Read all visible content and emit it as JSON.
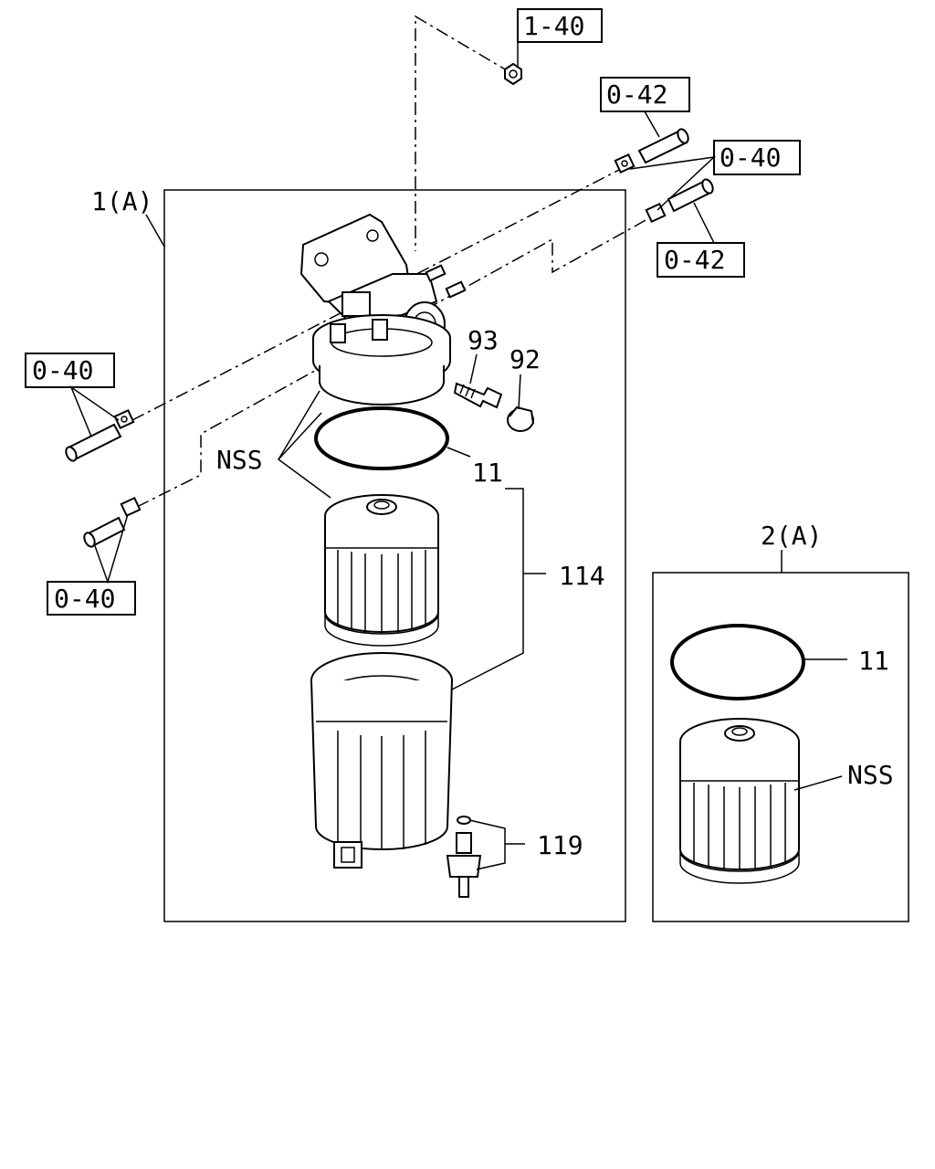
{
  "callouts": {
    "ref_1_40": "1-40",
    "ref_0_42_top": "0-42",
    "ref_0_40_top_right": "0-40",
    "ref_0_42_right": "0-42",
    "ref_0_40_left_top": "0-40",
    "ref_0_40_left_bottom": "0-40"
  },
  "assembly_main": {
    "label": "1(A)",
    "parts": {
      "p93": "93",
      "p92": "92",
      "nss": "NSS",
      "p11": "11",
      "p114": "114",
      "p119": "119"
    }
  },
  "assembly_sub": {
    "label": "2(A)",
    "parts": {
      "p11": "11",
      "nss": "NSS"
    }
  }
}
